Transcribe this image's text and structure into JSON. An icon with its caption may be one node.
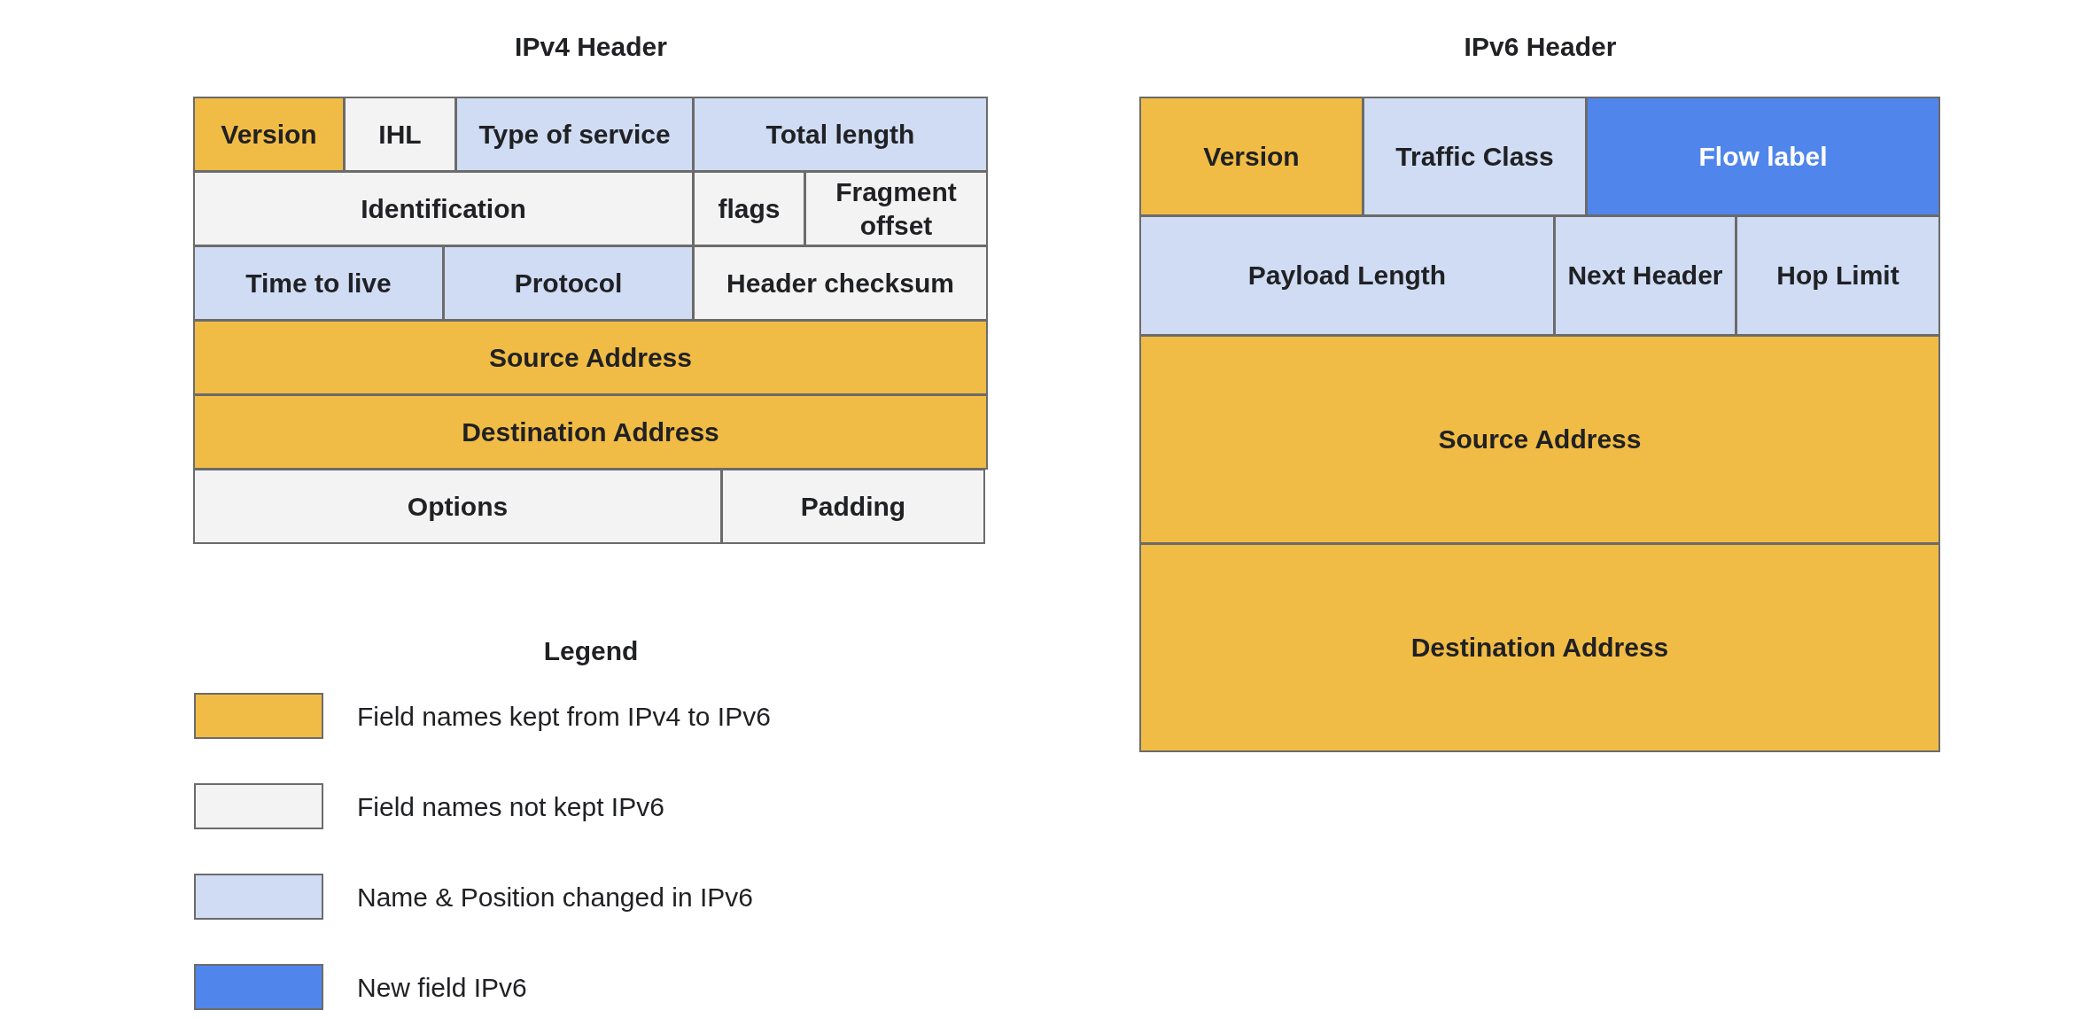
{
  "diagram": {
    "nodes": [
      {
        "text": [
          "IPv4 Header"
        ]
      },
      {
        "text": [
          "Version"
        ],
        "in": 0
      },
      {
        "text": [
          "IHL"
        ],
        "in": 0
      },
      {
        "text": [
          "Type of service"
        ],
        "in": 0
      },
      {
        "text": [
          "Total length"
        ],
        "in": 0
      },
      {
        "text": [
          "Identification"
        ],
        "in": 0
      },
      {
        "text": [
          "flags"
        ],
        "in": 0
      },
      {
        "text": [
          "Fragment offset"
        ],
        "in": 0
      },
      {
        "text": [
          "Time to live"
        ],
        "in": 0
      },
      {
        "text": [
          "Protocol"
        ],
        "in": 0
      },
      {
        "text": [
          "Header checksum"
        ],
        "in": 0
      },
      {
        "text": [
          "Source Address"
        ],
        "in": 0
      },
      {
        "text": [
          "Destination Address"
        ],
        "in": 0
      },
      {
        "text": [
          "Options"
        ],
        "in": 0
      },
      {
        "text": [
          "Padding"
        ],
        "in": 0
      },
      {
        "text": [
          "IPv6 Header"
        ]
      },
      {
        "text": [
          "Version"
        ],
        "in": 15
      },
      {
        "text": [
          "Traffic Class"
        ],
        "in": 15
      },
      {
        "text": [
          "Flow label"
        ],
        "in": 15
      },
      {
        "text": [
          "Payload Length"
        ],
        "in": 15
      },
      {
        "text": [
          "Next Header"
        ],
        "in": 15
      },
      {
        "text": [
          "Hop Limit"
        ],
        "in": 15
      },
      {
        "text": [
          "Source Address"
        ],
        "in": 15
      },
      {
        "text": [
          "Destination Address"
        ],
        "in": 15
      }
    ],
    "edges": [],
    "labels": [
      "Legend"
    ],
    "legend": [
      {
        "text": "Field names kept from IPv4 to IPv6",
        "color": "#f1bc45"
      },
      {
        "text": "Field names not kept IPv6",
        "color": "#f3f3f3"
      },
      {
        "text": "Name & Position changed in IPv6",
        "color": "#cfdcf3"
      },
      {
        "text": "New field IPv6",
        "color": "#5086ec"
      }
    ]
  }
}
